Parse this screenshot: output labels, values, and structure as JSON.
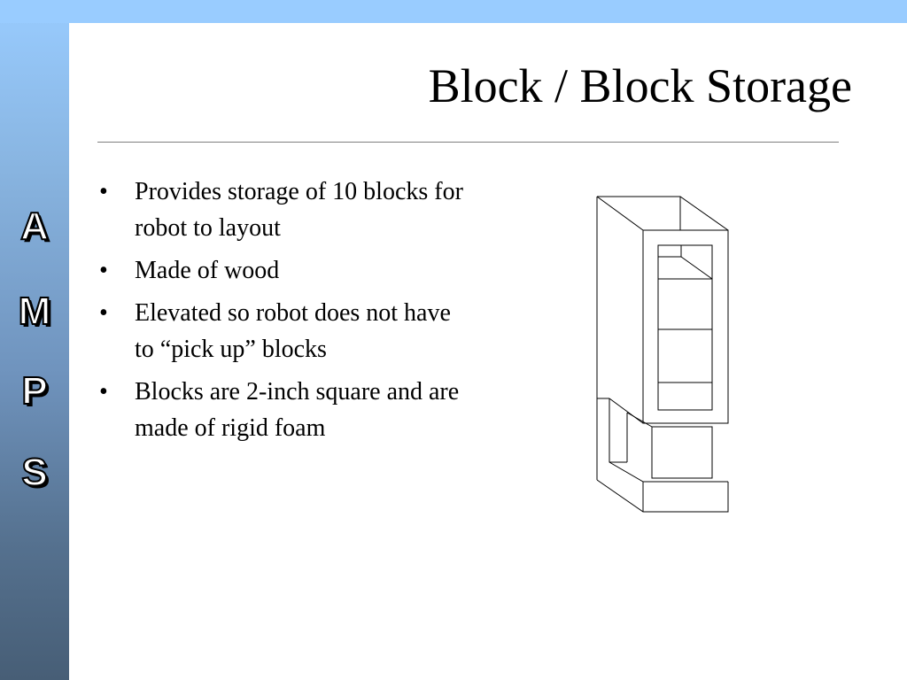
{
  "slide": {
    "title": "Block / Block Storage",
    "sidebar_letters": [
      "A",
      "M",
      "P",
      "S"
    ],
    "bullet_glyph": "•",
    "bullets": [
      "Provides storage of 10 blocks for robot to layout",
      "Made of wood",
      "Elevated so robot does not have to “pick up” blocks",
      "Blocks are 2-inch square and are made of rigid foam"
    ]
  },
  "colors": {
    "sidebar_top": "#99ccff",
    "sidebar_bottom": "#475e76",
    "panel": "#ffffff",
    "text": "#000000"
  },
  "icons": {
    "drawing": "block-storage-line-drawing"
  }
}
